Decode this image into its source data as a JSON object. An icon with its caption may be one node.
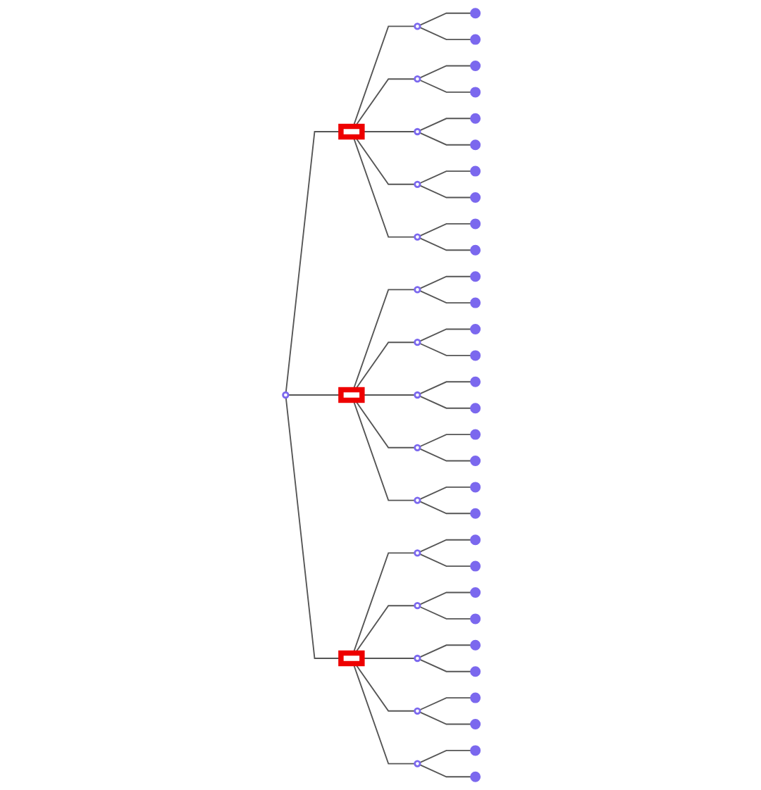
{
  "diagram": {
    "nodes": [
      {
        "text": [],
        "shape": "box"
      },
      {
        "text": [],
        "shape": "circle"
      },
      {
        "text": [],
        "shape": "cluster"
      },
      {
        "text": [],
        "shape": "cluster"
      },
      {
        "text": [],
        "shape": "circle"
      },
      {
        "text": [],
        "shape": "cluster"
      },
      {
        "text": [],
        "shape": "cluster"
      },
      {
        "text": [],
        "shape": "circle"
      },
      {
        "text": [],
        "shape": "cluster"
      },
      {
        "text": [],
        "shape": "cluster"
      },
      {
        "text": [],
        "shape": "circle"
      },
      {
        "text": [],
        "shape": "cluster"
      },
      {
        "text": [],
        "shape": "cluster"
      },
      {
        "text": [],
        "shape": "circle"
      },
      {
        "text": [],
        "shape": "cluster"
      },
      {
        "text": [],
        "shape": "cluster"
      },
      {
        "text": [],
        "shape": "circle"
      },
      {
        "text": [],
        "shape": "box"
      },
      {
        "text": [],
        "shape": "circle"
      },
      {
        "text": [],
        "shape": "cluster"
      },
      {
        "text": [],
        "shape": "cluster"
      },
      {
        "text": [],
        "shape": "circle"
      },
      {
        "text": [],
        "shape": "cluster"
      },
      {
        "text": [],
        "shape": "cluster"
      },
      {
        "text": [],
        "shape": "circle"
      },
      {
        "text": [],
        "shape": "cluster"
      },
      {
        "text": [],
        "shape": "cluster"
      },
      {
        "text": [],
        "shape": "circle"
      },
      {
        "text": [],
        "shape": "cluster"
      },
      {
        "text": [],
        "shape": "cluster"
      },
      {
        "text": [],
        "shape": "circle"
      },
      {
        "text": [],
        "shape": "cluster"
      },
      {
        "text": [],
        "shape": "cluster"
      },
      {
        "text": [],
        "shape": "box"
      },
      {
        "text": [],
        "shape": "circle"
      },
      {
        "text": [],
        "shape": "cluster"
      },
      {
        "text": [],
        "shape": "cluster"
      },
      {
        "text": [],
        "shape": "circle"
      },
      {
        "text": [],
        "shape": "cluster"
      },
      {
        "text": [],
        "shape": "cluster"
      },
      {
        "text": [],
        "shape": "circle"
      },
      {
        "text": [],
        "shape": "cluster"
      },
      {
        "text": [],
        "shape": "cluster"
      },
      {
        "text": [],
        "shape": "circle"
      },
      {
        "text": [],
        "shape": "cluster"
      },
      {
        "text": [],
        "shape": "cluster"
      },
      {
        "text": [],
        "shape": "circle"
      },
      {
        "text": [],
        "shape": "cluster"
      },
      {
        "text": [],
        "shape": "cluster"
      }
    ],
    "edges": [
      {
        "from": 16,
        "to": 0,
        "arrow": "none"
      },
      {
        "from": 16,
        "to": 17,
        "arrow": "none"
      },
      {
        "from": 16,
        "to": 33,
        "arrow": "none"
      },
      {
        "from": 0,
        "to": 1,
        "arrow": "none"
      },
      {
        "from": 1,
        "to": 2,
        "arrow": "none"
      },
      {
        "from": 1,
        "to": 3,
        "arrow": "none"
      },
      {
        "from": 0,
        "to": 4,
        "arrow": "none"
      },
      {
        "from": 4,
        "to": 5,
        "arrow": "none"
      },
      {
        "from": 4,
        "to": 6,
        "arrow": "none"
      },
      {
        "from": 0,
        "to": 7,
        "arrow": "none"
      },
      {
        "from": 7,
        "to": 8,
        "arrow": "none"
      },
      {
        "from": 7,
        "to": 9,
        "arrow": "none"
      },
      {
        "from": 0,
        "to": 10,
        "arrow": "none"
      },
      {
        "from": 10,
        "to": 11,
        "arrow": "none"
      },
      {
        "from": 10,
        "to": 12,
        "arrow": "none"
      },
      {
        "from": 0,
        "to": 13,
        "arrow": "none"
      },
      {
        "from": 13,
        "to": 14,
        "arrow": "none"
      },
      {
        "from": 13,
        "to": 15,
        "arrow": "none"
      },
      {
        "from": 17,
        "to": 18,
        "arrow": "none"
      },
      {
        "from": 18,
        "to": 19,
        "arrow": "none"
      },
      {
        "from": 18,
        "to": 20,
        "arrow": "none"
      },
      {
        "from": 17,
        "to": 21,
        "arrow": "none"
      },
      {
        "from": 21,
        "to": 22,
        "arrow": "none"
      },
      {
        "from": 21,
        "to": 23,
        "arrow": "none"
      },
      {
        "from": 17,
        "to": 24,
        "arrow": "none"
      },
      {
        "from": 24,
        "to": 25,
        "arrow": "none"
      },
      {
        "from": 24,
        "to": 26,
        "arrow": "none"
      },
      {
        "from": 17,
        "to": 27,
        "arrow": "none"
      },
      {
        "from": 27,
        "to": 28,
        "arrow": "none"
      },
      {
        "from": 27,
        "to": 29,
        "arrow": "none"
      },
      {
        "from": 17,
        "to": 30,
        "arrow": "none"
      },
      {
        "from": 30,
        "to": 31,
        "arrow": "none"
      },
      {
        "from": 30,
        "to": 32,
        "arrow": "none"
      },
      {
        "from": 33,
        "to": 34,
        "arrow": "none"
      },
      {
        "from": 34,
        "to": 35,
        "arrow": "none"
      },
      {
        "from": 34,
        "to": 36,
        "arrow": "none"
      },
      {
        "from": 33,
        "to": 37,
        "arrow": "none"
      },
      {
        "from": 37,
        "to": 38,
        "arrow": "none"
      },
      {
        "from": 37,
        "to": 39,
        "arrow": "none"
      },
      {
        "from": 33,
        "to": 40,
        "arrow": "none"
      },
      {
        "from": 40,
        "to": 41,
        "arrow": "none"
      },
      {
        "from": 40,
        "to": 42,
        "arrow": "none"
      },
      {
        "from": 33,
        "to": 43,
        "arrow": "none"
      },
      {
        "from": 43,
        "to": 44,
        "arrow": "none"
      },
      {
        "from": 43,
        "to": 45,
        "arrow": "none"
      },
      {
        "from": 33,
        "to": 46,
        "arrow": "none"
      },
      {
        "from": 46,
        "to": 47,
        "arrow": "none"
      },
      {
        "from": 46,
        "to": 48,
        "arrow": "none"
      }
    ]
  }
}
